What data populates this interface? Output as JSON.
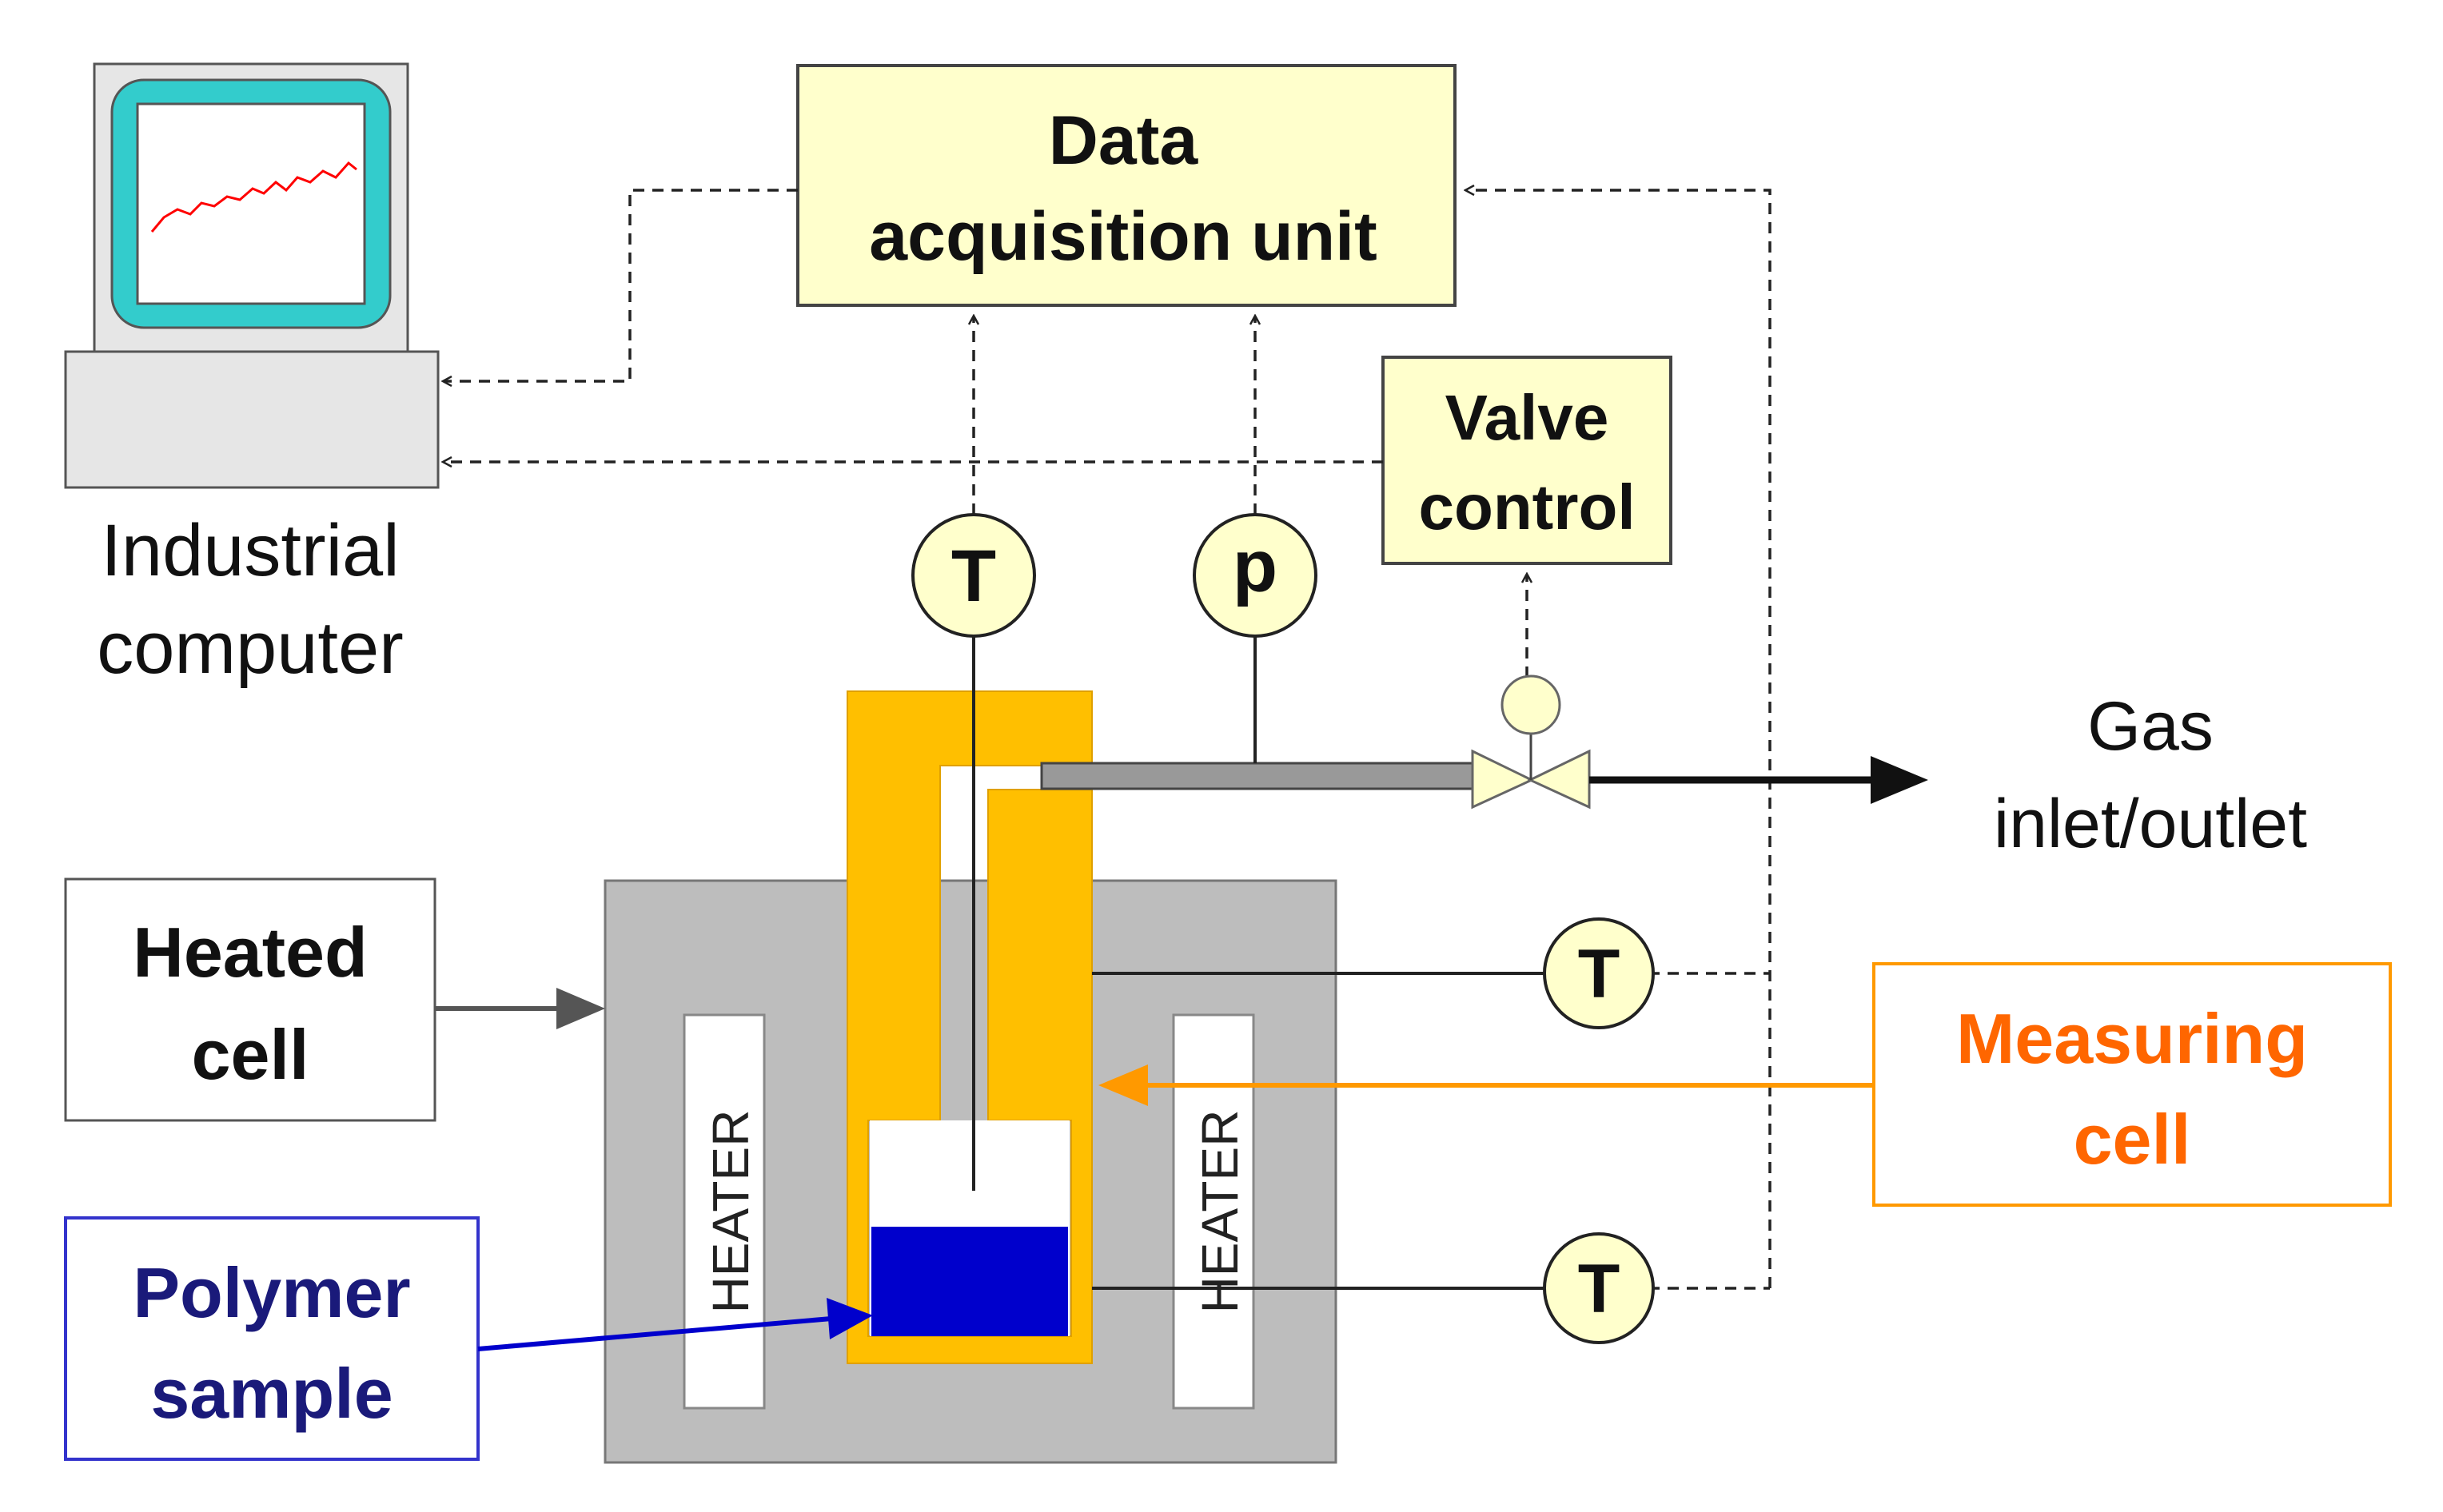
{
  "colors": {
    "box_fill": "#ffffcc",
    "gauge_fill": "#ffffcc",
    "cell_gray": "#bdbdbd",
    "measuring_cell": "#ffbf00",
    "polymer": "#0000cc",
    "measuring_label": "#ff6600",
    "arrow_orange": "#ff9900",
    "polymer_label": "#1a1a7a",
    "monitor_teal": "#33cccc",
    "plot_line": "#ff0000"
  },
  "icons": {
    "computer": "computer-icon",
    "valve": "valve-icon",
    "gauge": "gauge-icon"
  },
  "labels": {
    "daq_line1": "Data",
    "daq_line2": "acquisition unit",
    "valve_line1": "Valve",
    "valve_line2": "control",
    "computer_line1": "Industrial",
    "computer_line2": "computer",
    "heated_line1": "Heated",
    "heated_line2": "cell",
    "measuring_line1": "Measuring",
    "measuring_line2": "cell",
    "polymer_line1": "Polymer",
    "polymer_line2": "sample",
    "gas_line1": "Gas",
    "gas_line2": "inlet/outlet",
    "heater_left": "HEATER",
    "heater_right": "HEATER",
    "gauge_t_top": "T",
    "gauge_p": "p",
    "gauge_t_mid": "T",
    "gauge_t_bottom": "T"
  }
}
